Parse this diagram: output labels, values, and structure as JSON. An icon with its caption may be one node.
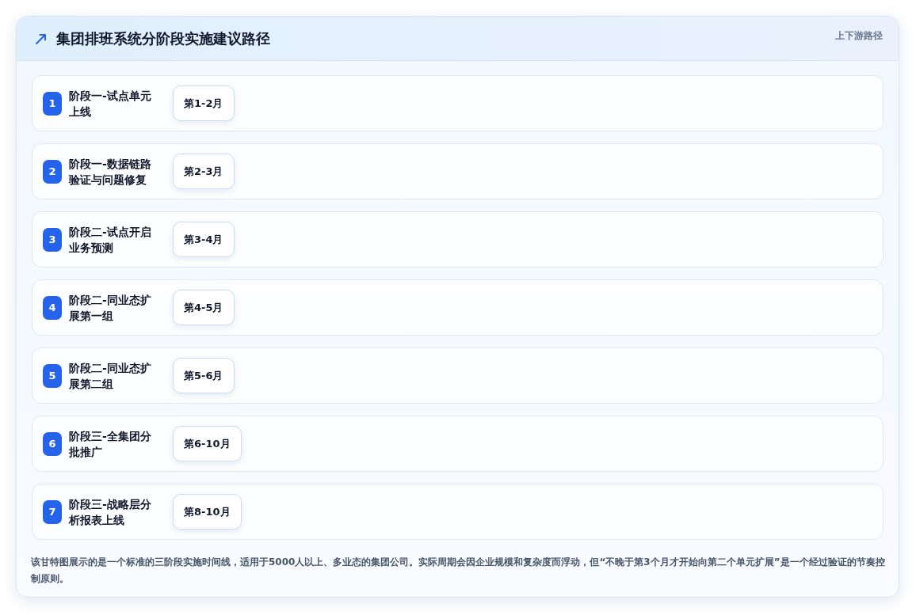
{
  "diagram": {
    "title": "集团排班系统分阶段实施建议路径",
    "nodes": [
      {
        "text": [
          "阶段一-试点单元上线"
        ]
      },
      {
        "text": [
          "1"
        ],
        "in": 0
      },
      {
        "text": [
          "第1-2月"
        ],
        "in": 0
      },
      {
        "text": [
          "阶段一-数据链路验证与问题修复"
        ]
      },
      {
        "text": [
          "2"
        ],
        "in": 3
      },
      {
        "text": [
          "第2-3月"
        ],
        "in": 3
      },
      {
        "text": [
          "阶段二-试点开启业务预测"
        ]
      },
      {
        "text": [
          "3"
        ],
        "in": 6
      },
      {
        "text": [
          "第3-4月"
        ],
        "in": 6
      },
      {
        "text": [
          "阶段二-同业态扩展第一组"
        ]
      },
      {
        "text": [
          "4"
        ],
        "in": 9
      },
      {
        "text": [
          "第4-5月"
        ],
        "in": 9
      },
      {
        "text": [
          "阶段二-同业态扩展第二组"
        ]
      },
      {
        "text": [
          "5"
        ],
        "in": 12
      },
      {
        "text": [
          "第5-6月"
        ],
        "in": 12
      },
      {
        "text": [
          "阶段三-全集团分批推广"
        ]
      },
      {
        "text": [
          "6"
        ],
        "in": 15
      },
      {
        "text": [
          "第6-10月"
        ],
        "in": 15
      },
      {
        "text": [
          "阶段三-战略层分析报表上线"
        ]
      },
      {
        "text": [
          "7"
        ],
        "in": 18
      },
      {
        "text": [
          "第8-10月"
        ],
        "in": 18
      }
    ],
    "labels": [
      "上下游路径"
    ],
    "caption": "该甘特图展示的是一个标准的三阶段实施时间线，适用于5000人以上、多业态的集团公司。实际周期会因企业规模和复杂度而浮动，但“不晚于第3个月才开始向第二个单元扩展”是一个经过验证的节奏控制原则。"
  }
}
